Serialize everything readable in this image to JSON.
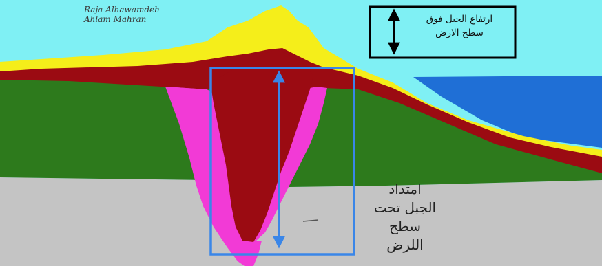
{
  "author": {
    "line1": "Raja Alhawamdeh",
    "line2": "Ahlam Mahran"
  },
  "labels": {
    "height_above_surface": {
      "line1": "ارتفاع الجبل فوق",
      "line2": "سطح الارض"
    },
    "extent_below_surface": {
      "line1": "امتداد",
      "line2": "الجبل تحت",
      "line3": "سطح",
      "line4": "اللرض"
    }
  },
  "colors": {
    "sky": "#7ff0f4",
    "sea": "#1f6fd6",
    "surface_layer": "#f5ee1a",
    "crust_layer": "#9b0b12",
    "ground_layer": "#2d7a1c",
    "mantle": "#c4c4c4",
    "root_edge": "#f23ad6",
    "highlight_box": "#3a86e8",
    "black_box": "#000000"
  }
}
